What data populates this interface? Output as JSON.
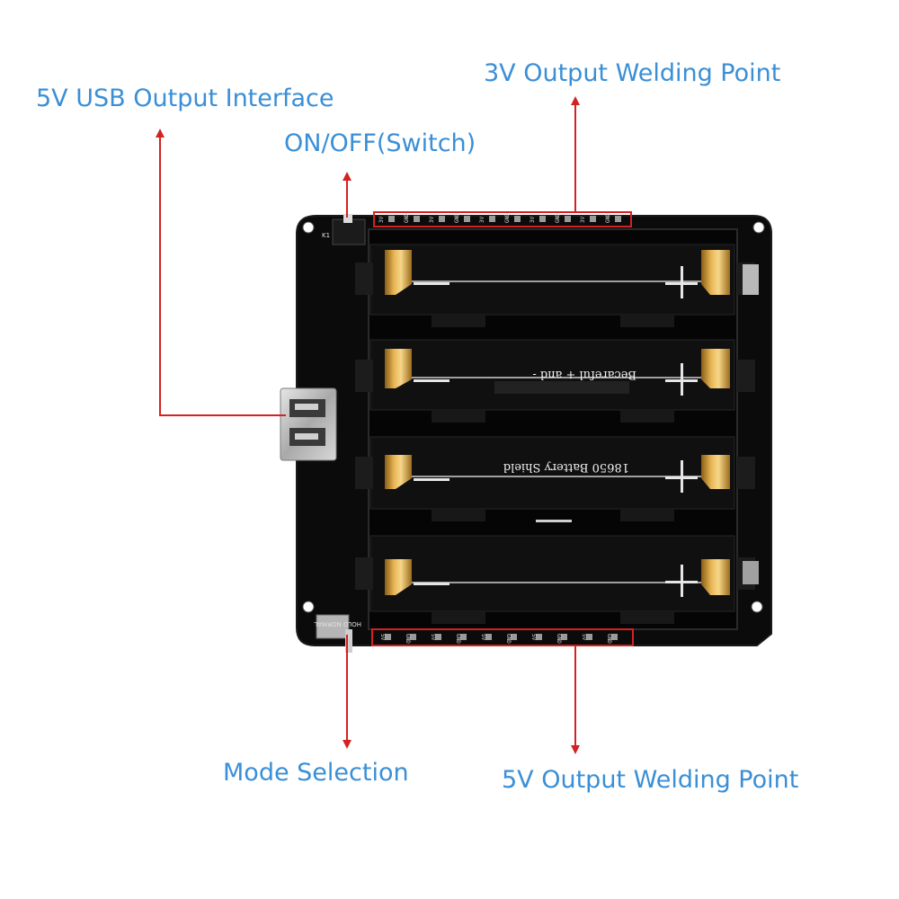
{
  "labels": {
    "usb_output": "5V USB Output Interface",
    "on_off": "ON/OFF(Switch)",
    "three_v": "3V Output Welding Point",
    "mode": "Mode Selection",
    "five_v": "5V Output Welding Point"
  },
  "board": {
    "text_careful": "Becareful  +  and  -",
    "text_shield": "18650  Battery  Shield",
    "mode_text": "HOLD NORMAL",
    "switch_mark": "K1",
    "top_pins": [
      "3V",
      "GND",
      "3V",
      "GND",
      "3V",
      "GND",
      "3V",
      "GND",
      "3V",
      "GND"
    ],
    "bottom_pins": [
      "5V",
      "GND",
      "5V",
      "GND",
      "5V",
      "GND",
      "5V",
      "GND",
      "5V",
      "GND"
    ]
  },
  "colors": {
    "label": "#3a8fd6",
    "arrow": "#d42222",
    "board": "#0b0b0b",
    "contact": "#d9a441"
  }
}
